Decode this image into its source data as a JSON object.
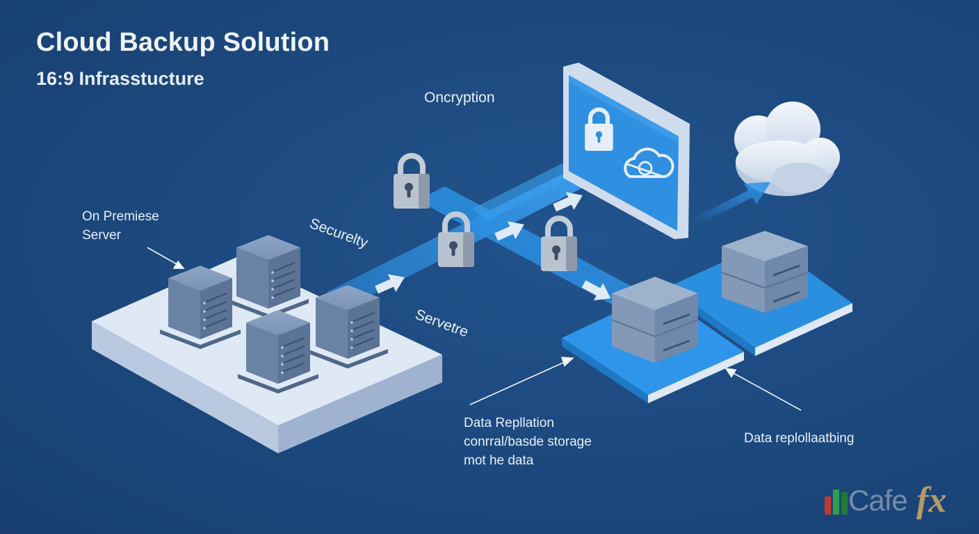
{
  "header": {
    "title": "Cloud Backup Solution",
    "subtitle": "16:9 Infrasstucture"
  },
  "labels": {
    "on_premise": [
      "On Premiese",
      "Server"
    ],
    "encryption": "Oncryption",
    "security": "Securelty",
    "servers": "Servetre",
    "data_replication": [
      "Data Repllation",
      "conrral/basde storage",
      "mot he data"
    ],
    "data_replicating": "Data replollaatbing"
  },
  "logo": {
    "word": "Cafe",
    "suffix": "fx",
    "bar_colors": [
      "#c0392b",
      "#2e9e4f",
      "#1f7a3a"
    ]
  },
  "colors": {
    "background": "#1d4a80",
    "accent": "#2b8fe0",
    "platform": "#dfe8f5",
    "server": "#6d87a8",
    "cloud": "#e8eef7"
  },
  "icons": [
    "server-icon",
    "lock-icon",
    "cloud-icon",
    "arrow-icon",
    "monitor-icon"
  ]
}
